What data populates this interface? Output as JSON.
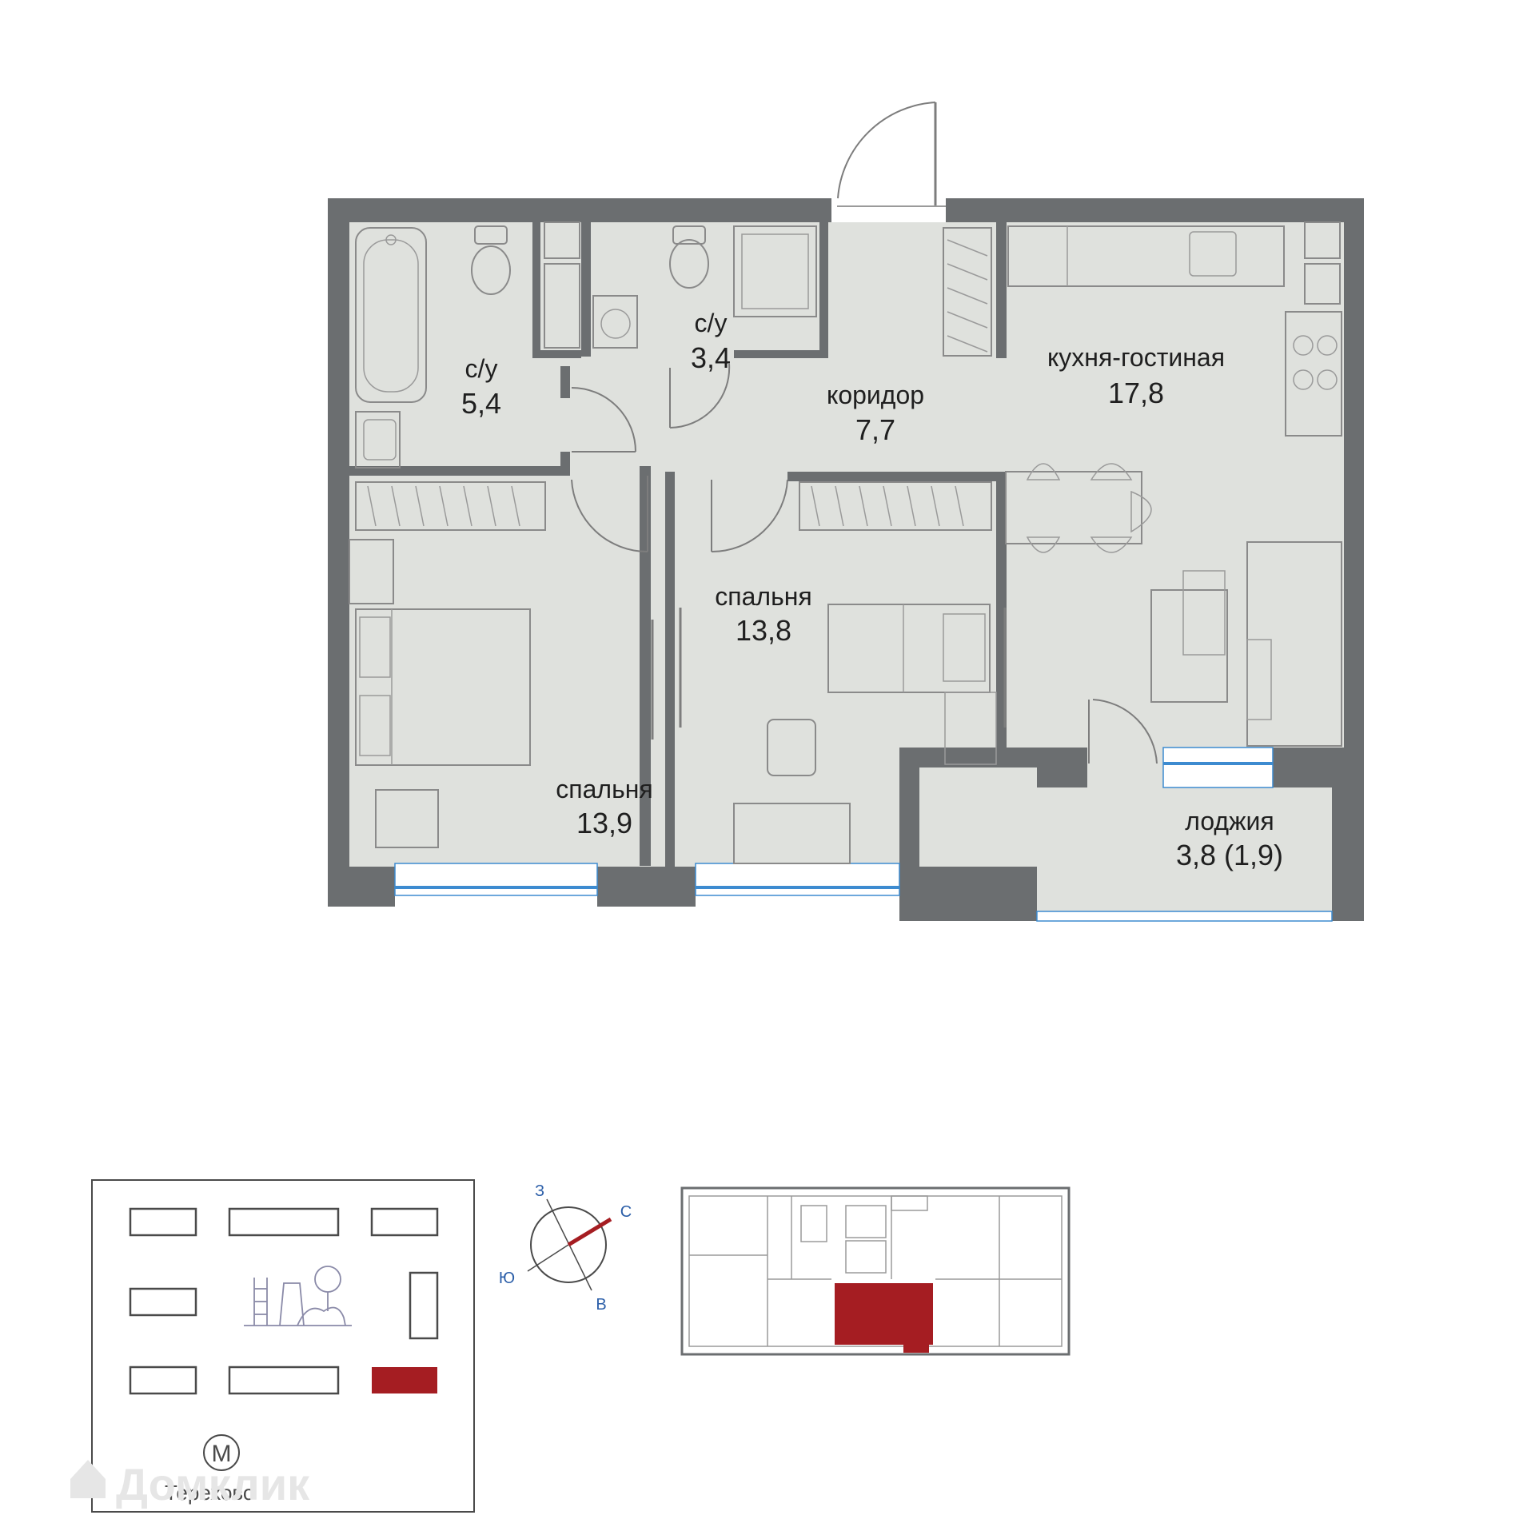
{
  "colors": {
    "wall": "#6b6e70",
    "floor": "#dfe1dd",
    "window": "#3d8bd0",
    "highlight": "#a51d22",
    "compass_text": "#2b5ea8",
    "outline": "#4a4a4a"
  },
  "rooms": [
    {
      "id": "bath1",
      "label": "с/у",
      "area": "5,4"
    },
    {
      "id": "bath2",
      "label": "с/у",
      "area": "3,4"
    },
    {
      "id": "corridor",
      "label": "коридор",
      "area": "7,7"
    },
    {
      "id": "kitchen",
      "label": "кухня-гостиная",
      "area": "17,8"
    },
    {
      "id": "bedroom1",
      "label": "спальня",
      "area": "13,8"
    },
    {
      "id": "bedroom2",
      "label": "спальня",
      "area": "13,9"
    },
    {
      "id": "loggia",
      "label": "лоджия",
      "area": "3,8 (1,9)"
    }
  ],
  "compass": {
    "north": "С",
    "south": "Ю",
    "east": "В",
    "west": "З"
  },
  "site_plan": {
    "metro_symbol": "М",
    "metro_station": "Терехово"
  },
  "watermark": "Домклик"
}
